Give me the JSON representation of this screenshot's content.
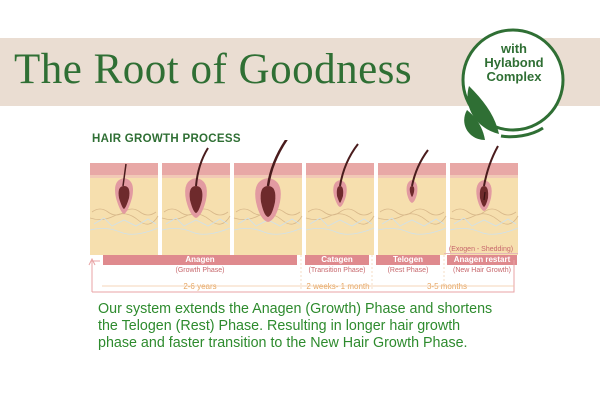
{
  "header": {
    "brand_title": "The Root of Goodness",
    "seal": {
      "line1": "with",
      "line2": "Hylabond",
      "line3": "Complex"
    }
  },
  "diagram": {
    "title": "HAIR GROWTH PROCESS",
    "phases": [
      {
        "name": "Anagen",
        "subtitle": "(Growth Phase)",
        "duration": "2-6 years"
      },
      {
        "name": "Catagen",
        "subtitle": "(Transition Phase)",
        "duration": "2 weeks- 1 month"
      },
      {
        "name": "Telogen",
        "subtitle": "(Rest Phase)",
        "duration": "3-5 months"
      },
      {
        "name": "Anagen restart",
        "subtitle": "(New Hair Growth)",
        "duration": ""
      }
    ],
    "exogen_label": "(Exogen - Shedding)"
  },
  "description": {
    "lines": [
      "Our system extends the Anagen (Growth) Phase and shortens",
      "the Telogen (Rest) Phase. Resulting in longer hair growth",
      "phase and faster transition to the New Hair Growth Phase."
    ]
  },
  "colors": {
    "brand_green": "#2f6f34",
    "text_green": "#2e8b2e",
    "phase_pink": "#df8a8e",
    "duration_orange": "#e6a45f",
    "banner_beige": "#eaddd2"
  }
}
